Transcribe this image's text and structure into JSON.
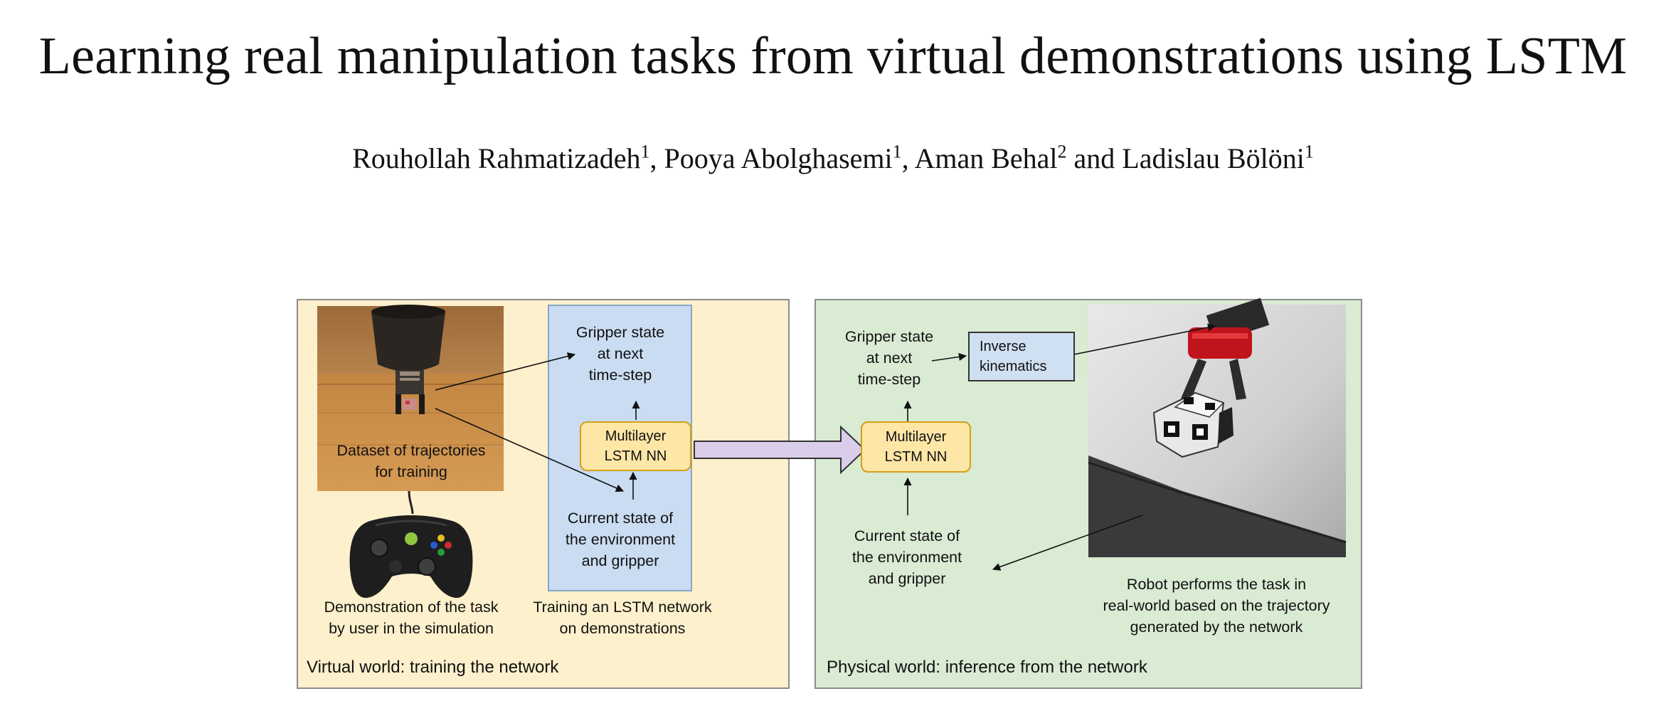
{
  "paper": {
    "title": "Learning real manipulation tasks from virtual demonstrations using LSTM",
    "authors": [
      {
        "name": "Rouhollah Rahmatizadeh",
        "affil": "1",
        "sep": ", "
      },
      {
        "name": "Pooya Abolghasemi",
        "affil": "1",
        "sep": ", "
      },
      {
        "name": "Aman Behal",
        "affil": "2",
        "sep": " and "
      },
      {
        "name": "Ladislau Bölöni",
        "affil": "1",
        "sep": ""
      }
    ]
  },
  "figure": {
    "virtual_panel": {
      "caption": "Virtual world: training the network",
      "dataset_label_1": "Dataset of trajectories",
      "dataset_label_2": "for training",
      "demo_label_1": "Demonstration of the task",
      "demo_label_2": "by user in the simulation",
      "training_label_1": "Training an LSTM network",
      "training_label_2": "on demonstrations",
      "output_label": [
        "Gripper state",
        "at next",
        "time-step"
      ],
      "lstm_label": [
        "Multilayer",
        "LSTM NN"
      ],
      "input_label": [
        "Current state of",
        "the environment",
        "and gripper"
      ]
    },
    "physical_panel": {
      "caption": "Physical world: inference from the network",
      "output_label": [
        "Gripper state",
        "at next",
        "time-step"
      ],
      "ik_label": [
        "Inverse",
        "kinematics"
      ],
      "lstm_label": [
        "Multilayer",
        "LSTM NN"
      ],
      "input_label": [
        "Current state of",
        "the environment",
        "and gripper"
      ],
      "robot_label": [
        "Robot performs the task in",
        "real-world based on the trajectory",
        "generated by the network"
      ]
    },
    "colors": {
      "virtual_bg": "#fdf0cc",
      "training_bg": "#c9dcf1",
      "physical_bg": "#d9ebd3",
      "lstm_box": "#fde6a6",
      "lstm_border": "#d4a017",
      "big_arrow": "#d9cdea",
      "ik_bg": "#cfe0f2"
    },
    "icons": {
      "sim_image": "simulated-gripper-scene",
      "controller": "gamepad-icon",
      "robot_photo": "robot-gripper-photo"
    }
  }
}
